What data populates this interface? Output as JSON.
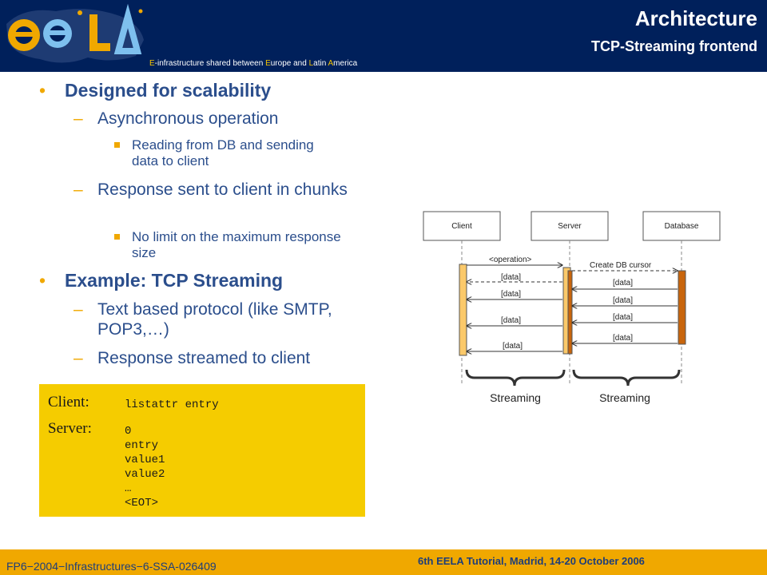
{
  "header": {
    "title": "Architecture",
    "subtitle": "TCP-Streaming frontend",
    "tagline": {
      "p1": "E",
      "p2": "-infrastructure shared between ",
      "p3": "E",
      "p4": "urope and ",
      "p5": "L",
      "p6": "atin ",
      "p7": "A",
      "p8": "merica"
    },
    "logo": "EELA"
  },
  "bullets": {
    "b1": "Designed for scalability",
    "b1_1": "Asynchronous operation",
    "b1_1_1": "Reading from DB and sending data to client",
    "b1_2": "Response sent to client in chunks",
    "b1_2_1": "No limit on the maximum response size",
    "b2": "Example: TCP Streaming",
    "b2_1": "Text based protocol (like SMTP, POP3,…)",
    "b2_2": "Response streamed to client"
  },
  "code_example": {
    "client_label": "Client:",
    "client_cmd": "listattr entry",
    "server_label": "Server:",
    "server_lines": [
      "0",
      "entry",
      "value1",
      "value2",
      "…",
      "<EOT>"
    ]
  },
  "diagram": {
    "participants": [
      "Client",
      "Server",
      "Database"
    ],
    "request_label": "<operation>",
    "cursor_label": "Create DB cursor",
    "data_label": "[data]",
    "streaming_label": "Streaming",
    "colors": {
      "activation_light": "#fbc96a",
      "activation_dark": "#c8650c"
    }
  },
  "footer": {
    "left": "FP6−2004−Infrastructures−6-SSA-026409",
    "right": "6th EELA Tutorial, Madrid, 14-20 October 2006"
  },
  "colors": {
    "header_bg": "#00205b",
    "bullet_text": "#2b4e8c",
    "accent": "#f0a800",
    "code_bg": "#f5cc00"
  }
}
